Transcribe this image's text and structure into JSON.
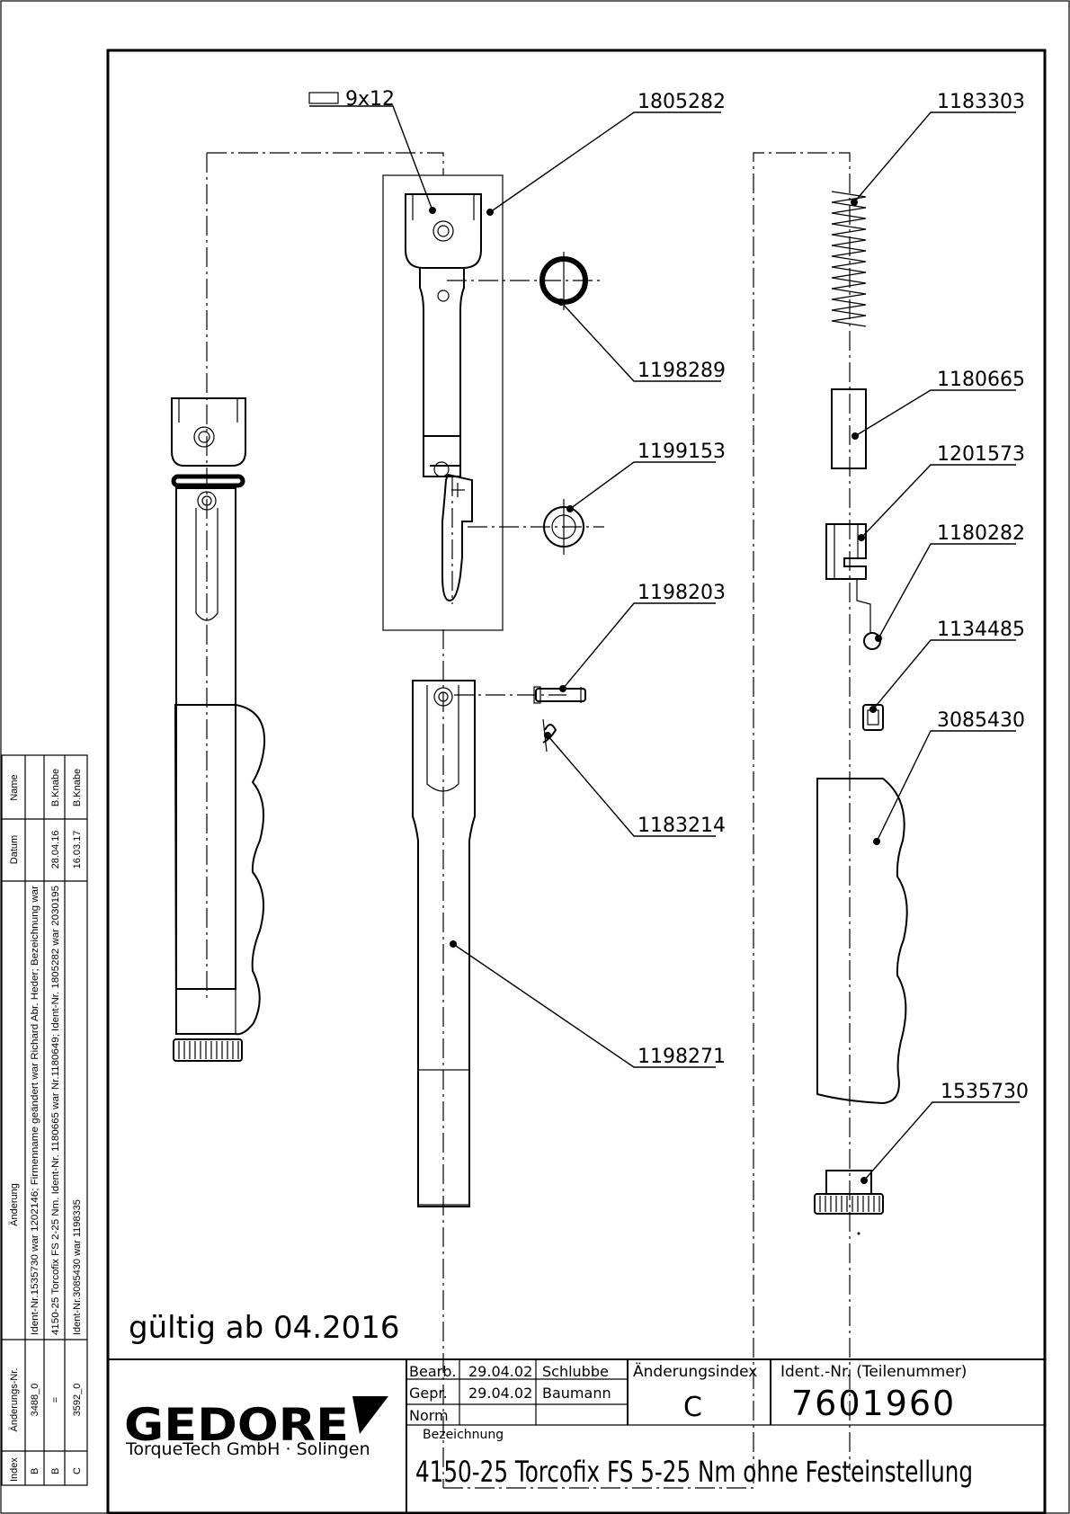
{
  "parts": {
    "key": "9x12",
    "p1805282": "1805282",
    "p1183303": "1183303",
    "p1198289": "1198289",
    "p1180665": "1180665",
    "p1199153": "1199153",
    "p1201573": "1201573",
    "p1180282": "1180282",
    "p1198203": "1198203",
    "p1134485": "1134485",
    "p3085430": "3085430",
    "p1183214": "1183214",
    "p1198271": "1198271",
    "p1535730": "1535730"
  },
  "validity": "gültig ab 04.2016",
  "company": {
    "logo": "GEDORE",
    "subtitle": "TorqueTech GmbH · Solingen"
  },
  "title_block": {
    "rows": [
      {
        "label": "Bearb.",
        "date": "29.04.02",
        "name": "Schlubbe"
      },
      {
        "label": "Gepr.",
        "date": "29.04.02",
        "name": "Baumann"
      },
      {
        "label": "Norm",
        "date": "",
        "name": ""
      }
    ],
    "change_index_label": "Änderungsindex",
    "change_index_value": "C",
    "ident_label": "Ident.-Nr.  (Teilenummer)",
    "ident_value": "7601960",
    "designation_label": "Bezeichnung",
    "designation_value": "4150-25 Torcofix FS 5-25 Nm ohne Festeinstellung"
  },
  "revision_table": {
    "headers": {
      "index": "Index",
      "number": "Änderungs-Nr.",
      "change": "Änderung",
      "date": "Datum",
      "name": "Name"
    },
    "rows": [
      {
        "index": "B",
        "number": "3488_0",
        "change": "Ident-Nr.1535730 war 1202146; Firmenname geändert war Richard Abr. Heder; Bezeichnung war",
        "date": "",
        "name": ""
      },
      {
        "index": "B",
        "number": "=",
        "change": "4150-25 Torcofix FS 2-25 Nm. Ident-Nr. 1180665 war Nr.1180649; Ident-Nr. 1805282 war 2030195",
        "date": "28.04.16",
        "name": "B.Knabe"
      },
      {
        "index": "C",
        "number": "3592_0",
        "change": "Ident-Nr.3085430 war 1198335",
        "date": "16.03.17",
        "name": "B.Knabe"
      }
    ]
  }
}
